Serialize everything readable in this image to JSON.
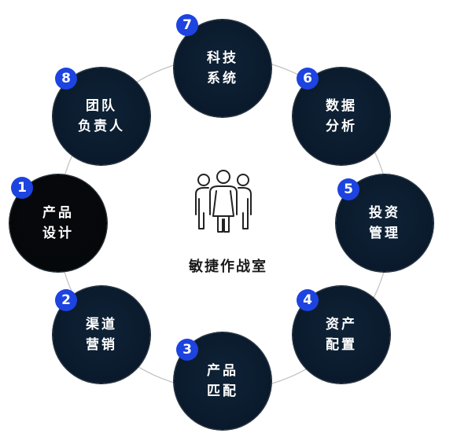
{
  "center": {
    "title": "敏捷作战室",
    "icon": "team-people-icon"
  },
  "nodes": [
    {
      "number": "1",
      "line1": "产品",
      "line2": "设计"
    },
    {
      "number": "2",
      "line1": "渠道",
      "line2": "营销"
    },
    {
      "number": "3",
      "line1": "产品",
      "line2": "匹配"
    },
    {
      "number": "4",
      "line1": "资产",
      "line2": "配置"
    },
    {
      "number": "5",
      "line1": "投资",
      "line2": "管理"
    },
    {
      "number": "6",
      "line1": "数据",
      "line2": "分析"
    },
    {
      "number": "7",
      "line1": "科技",
      "line2": "系统"
    },
    {
      "number": "8",
      "line1": "团队",
      "line2": "负责人"
    }
  ],
  "colors": {
    "node_fill": "#0b1c2e",
    "badge": "#1d43e0",
    "ring": "#bfbfbf"
  }
}
